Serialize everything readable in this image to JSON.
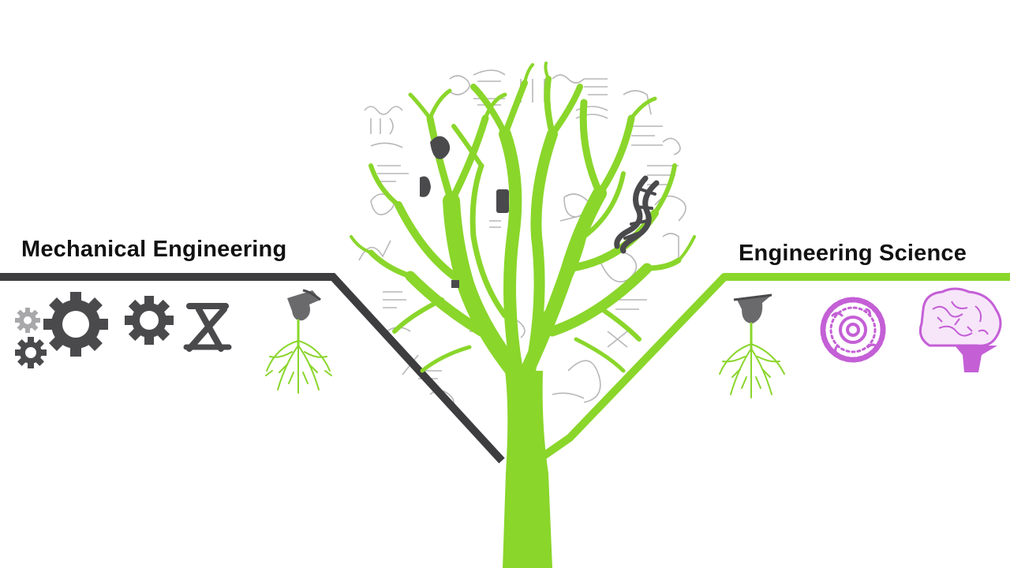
{
  "diagram": {
    "left_branch": {
      "label": "Mechanical Engineering"
    },
    "right_branch": {
      "label": "Engineering Science"
    }
  },
  "colors": {
    "tree_green": "#8ad62b",
    "line_dark": "#3d3d40",
    "icon_gray": "#4a4a4d",
    "gear_light": "#a8a8ab",
    "purple": "#c45fd6",
    "sketch_gray": "#9a9a9a",
    "text": "#111111"
  },
  "icons": [
    "gears-icon",
    "gear-icon",
    "compass-icon",
    "graduation-cap-icon",
    "roots-icon",
    "cell-icon",
    "brain-icon",
    "dna-icon",
    "sketch-doodles"
  ]
}
